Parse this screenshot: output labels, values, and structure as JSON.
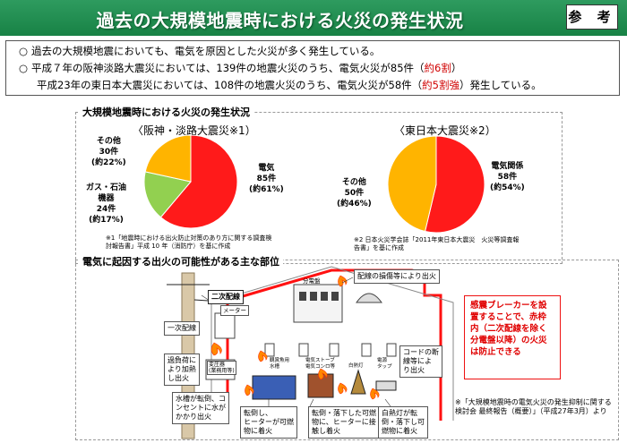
{
  "header": {
    "title": "過去の大規模地震時における火災の発生状況",
    "reference_badge": "参 考"
  },
  "bullets": {
    "mark": "○",
    "b1": "過去の大規模地震においても、電気を原因とした火災が多く発生している。",
    "b2_text": "平成７年の阪神淡路大震災においては、139件の地震火災のうち、電気火災が85件（",
    "b2_highlight": "約6割",
    "b2_end": "）",
    "b3_text": "平成23年の東日本大震災においては、108件の地震火災のうち、電気火災が58件（",
    "b3_highlight": "約5割強",
    "b3_end": "）発生している。"
  },
  "section1": {
    "title": "大規模地震時における火災の発生状況",
    "left_caption": "〈阪神・淡路大震災※1）",
    "right_caption": "〈東日本大震災※2）",
    "hanshin_labels": {
      "electric_1": "電気",
      "electric_2": "85件",
      "electric_3": "(約61%)",
      "other_1": "その他",
      "other_2": "30件",
      "other_3": "(約22%)",
      "gas_1": "ガス・石油",
      "gas_2": "機器",
      "gas_3": "24件",
      "gas_4": "(約17%)"
    },
    "tohoku_labels": {
      "electric_1": "電気関係",
      "electric_2": "58件",
      "electric_3": "(約54%)",
      "other_1": "その他",
      "other_2": "50件",
      "other_3": "(約46%)"
    },
    "note1_a": "※1「地震時における出火防止対策のあり方に関する調査検",
    "note1_b": "討報告書」平成 10 年（消防庁）を基に作成",
    "note2_a": "※2 日本火災学会誌「2011年東日本大震災　火災等調査報",
    "note2_b": "告書」を基に作成"
  },
  "chart_data": [
    {
      "type": "pie",
      "title": "〈阪神・淡路大震災※1）",
      "categories": [
        "電気",
        "ガス・石油機器",
        "その他"
      ],
      "values": [
        85,
        24,
        30
      ],
      "percent": [
        61,
        17,
        22
      ],
      "colors": [
        "#ff1a1a",
        "#92d050",
        "#ffb400"
      ]
    },
    {
      "type": "pie",
      "title": "〈東日本大震災※2）",
      "categories": [
        "電気関係",
        "その他"
      ],
      "values": [
        58,
        50
      ],
      "percent": [
        54,
        46
      ],
      "colors": [
        "#ff1a1a",
        "#ffb400"
      ]
    }
  ],
  "section2": {
    "title": "電気に起因する出火の可能性がある主な部位",
    "label_secondary_wiring": "二次配線",
    "label_primary_wiring": "一次配線",
    "label_meter": "メーター",
    "label_panel": "分電盤",
    "label_transformer": "変圧器\n(業務用等)",
    "label_aquarium": "観賞魚用\n水槽",
    "label_stove": "電気ストーブ\n電気コンロ等",
    "label_light": "白熱灯",
    "label_tap": "電源\nタップ",
    "c_wiring_damage": "配線の損傷等により出火",
    "c_overload": "過負荷に\nより加熱\nし出火",
    "c_cord": "コードの断\n線等によ\nり出火",
    "c_aquarium": "水槽が転倒、コ\nンセントに水が\nかかり出火",
    "c_stove": "転倒し、\nヒーターが可燃\n物に着火",
    "c_heater": "転倒・落下した可燃\n物に、ヒーターに接\n触し着火",
    "c_lamp": "白熱灯が転\n倒・落下し可\n燃物に着火",
    "warning": "感震ブレーカーを設置することで、赤枠内（二次配線を除く分電盤以降）の火災は防止できる",
    "source": "※「大規模地震時の電気火災の発生抑制に関する検討会 最終報告（概要）」（平成27年3月）より"
  }
}
